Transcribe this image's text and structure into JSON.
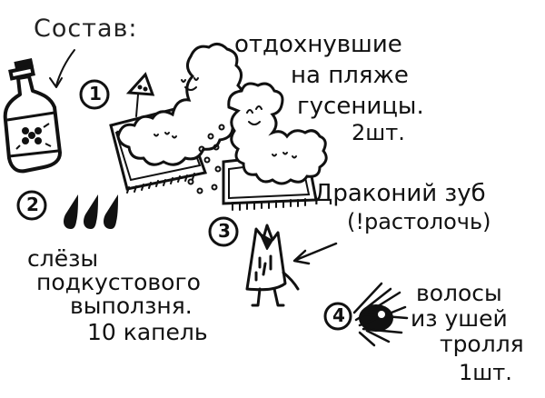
{
  "title": "Состав:",
  "items": [
    {
      "number": "1",
      "lines": [
        "отдохнувшие",
        "на пляже",
        "гусеницы.",
        "2шт."
      ]
    },
    {
      "number": "2",
      "lines": [
        "слёзы",
        "подкустового",
        "выползня.",
        "10 капель"
      ]
    },
    {
      "number": "3",
      "lines": [
        "Драконий зуб",
        "(!растолочь)"
      ]
    },
    {
      "number": "4",
      "lines": [
        "волосы",
        "из ушей",
        "тролля",
        "1шт."
      ]
    }
  ],
  "icons": {
    "bottle": "bottle-icon",
    "caterpillars": "caterpillars-on-towels-icon",
    "tears": "tear-drops-icon",
    "tooth": "dragon-tooth-icon",
    "hair": "troll-hair-icon"
  },
  "colors": {
    "ink": "#111111",
    "background": "#ffffff"
  }
}
